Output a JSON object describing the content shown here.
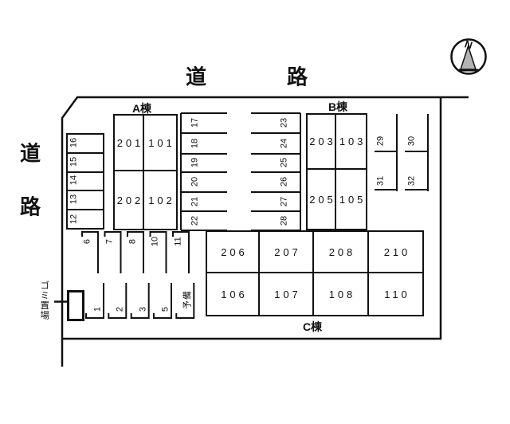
{
  "diagram": {
    "roads": {
      "top_first": "道",
      "top_second": "路",
      "left_first": "道",
      "left_second": "路"
    },
    "compass": {
      "north_label": "N"
    },
    "buildings": {
      "a": {
        "label": "A棟",
        "room_tl": "201",
        "room_tr": "101",
        "room_bl": "202",
        "room_br": "102"
      },
      "b": {
        "label": "B棟",
        "room_tl": "203",
        "room_tr": "103",
        "room_bl": "205",
        "room_br": "105"
      },
      "c": {
        "label": "C棟",
        "upper": [
          "206",
          "207",
          "208",
          "210"
        ],
        "lower": [
          "106",
          "107",
          "108",
          "110"
        ]
      }
    },
    "parking": {
      "west_column": [
        "16",
        "15",
        "14",
        "13",
        "12"
      ],
      "mid_left_column": [
        "17",
        "18",
        "19",
        "20",
        "21",
        "22"
      ],
      "mid_right_column": [
        "23",
        "24",
        "25",
        "26",
        "27",
        "28"
      ],
      "east_pair_top": [
        "29",
        "30"
      ],
      "east_pair_bottom": [
        "31",
        "32"
      ],
      "south_upper_row": [
        "6",
        "7",
        "8",
        "10",
        "11"
      ],
      "south_lower_row": [
        "1",
        "2",
        "3",
        "5",
        "予備"
      ]
    },
    "facilities": {
      "garbage": "ゴミ置場"
    },
    "colors": {
      "line": "#111111",
      "compass_fill": "#b3b3b3",
      "background": "#ffffff"
    }
  }
}
